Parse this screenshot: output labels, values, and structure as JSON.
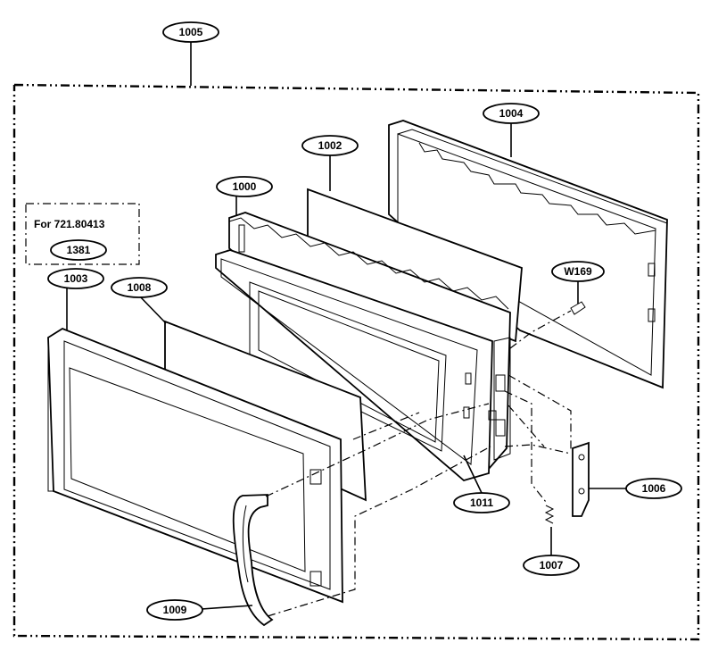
{
  "callouts": {
    "p1005": "1005",
    "p1004": "1004",
    "p1002": "1002",
    "p1000": "1000",
    "p1381": "1381",
    "p1003": "1003",
    "p1008": "1008",
    "pW169": "W169",
    "p1011": "1011",
    "p1006": "1006",
    "p1007": "1007",
    "p1009": "1009"
  },
  "variant_note": "For 721.80413"
}
